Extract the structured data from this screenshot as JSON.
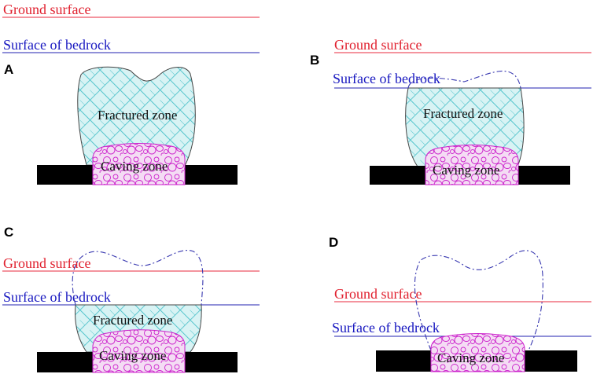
{
  "labels": {
    "ground_surface": "Ground surface",
    "bedrock_surface": "Surface of bedrock",
    "fractured_zone": "Fractured zone",
    "caving_zone": "Caving zone"
  },
  "panels": [
    {
      "letter": "A"
    },
    {
      "letter": "B"
    },
    {
      "letter": "C"
    },
    {
      "letter": "D"
    }
  ],
  "colors": {
    "ground_line": "#e8283c",
    "ground_text": "#e0202e",
    "bedrock_line": "#2020b0",
    "bedrock_text": "#1818c0",
    "fractured_fill": "#d8f3f4",
    "fractured_pattern": "#54c4cc",
    "caving_fill": "#f4dcf4",
    "caving_pattern": "#cc22cc",
    "coal_seam": "#000000",
    "zone_outline": "#444444",
    "dashed_boundary": "#3838b0"
  }
}
